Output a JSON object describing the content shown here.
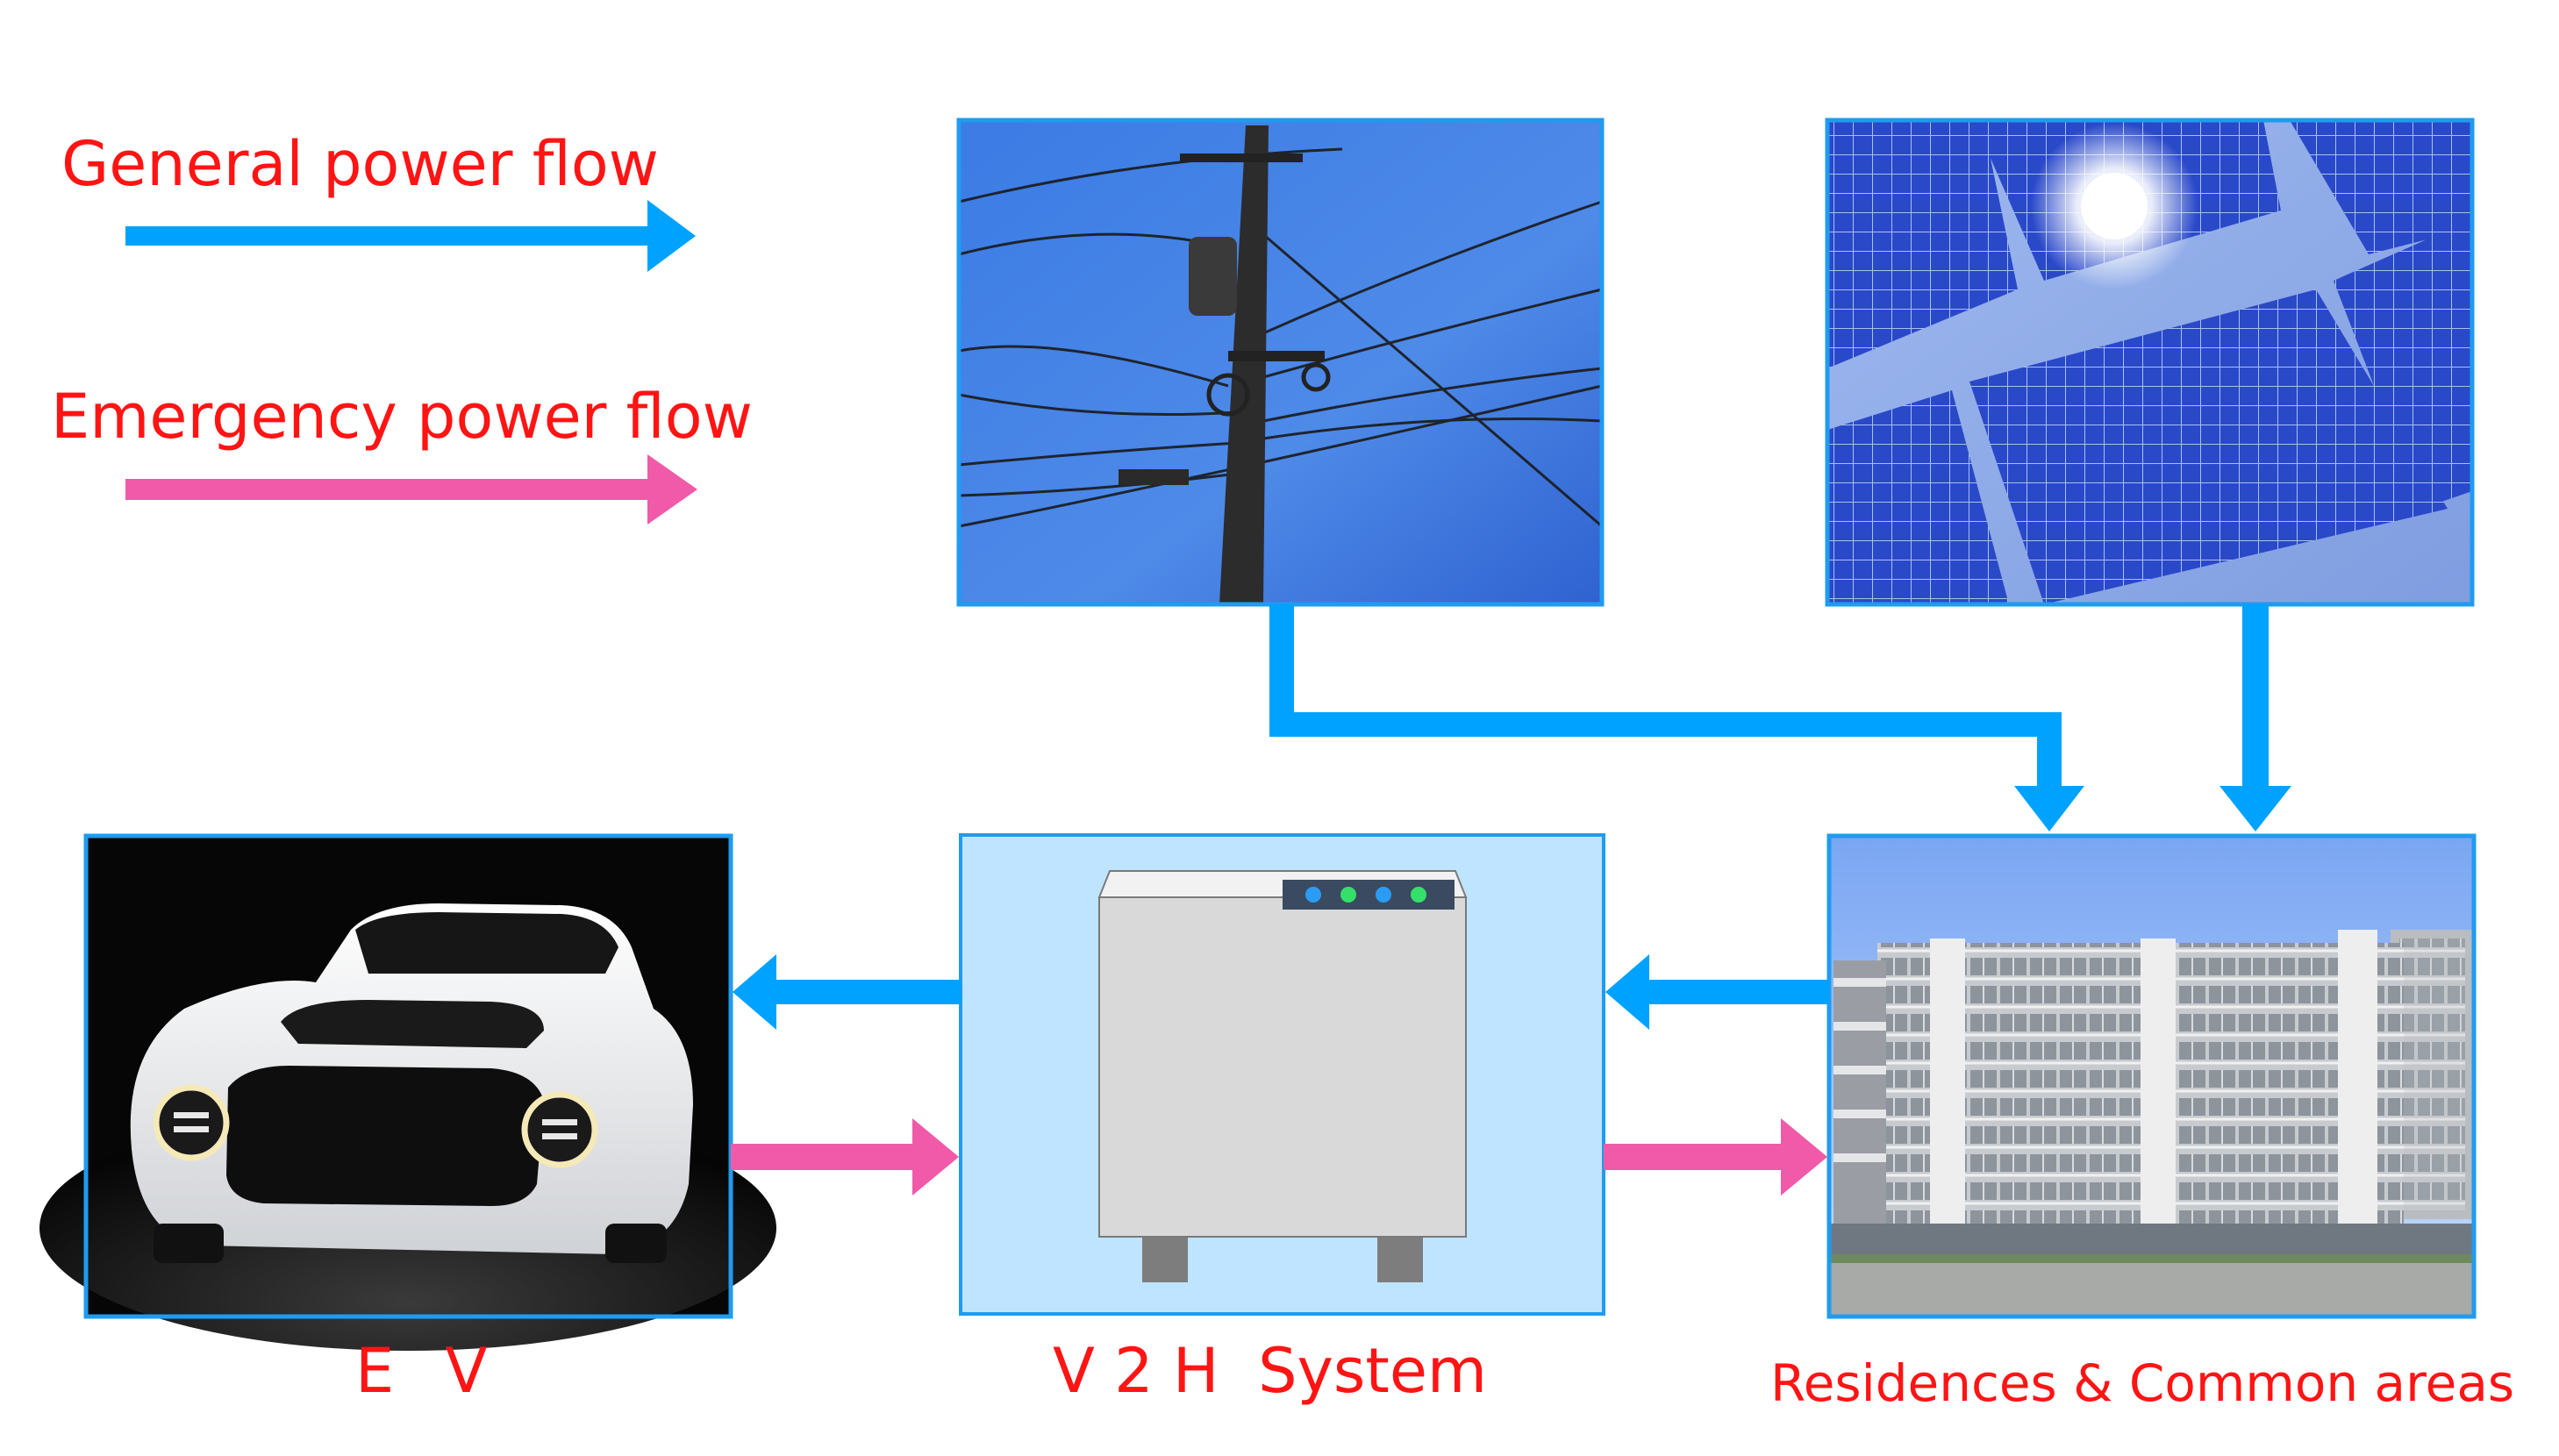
{
  "legend": {
    "general_label": "General power flow",
    "emergency_label": "Emergency power flow"
  },
  "nodes": {
    "ev_label": "E V",
    "v2h_label": "V 2 H  System",
    "residences_label": "Residences & Common areas"
  },
  "colors": {
    "general_flow": "#00a2ff",
    "emergency_flow": "#f05aa8",
    "label_text": "#ff1414",
    "v2h_panel": "#bfe4ff",
    "frame_border": "#1f9bf0"
  },
  "icons": {
    "grid": "utility-pole-icon",
    "solar": "solar-panel-icon",
    "ev": "electric-car-icon",
    "v2h": "v2h-unit-icon",
    "residences": "apartment-building-icon"
  }
}
